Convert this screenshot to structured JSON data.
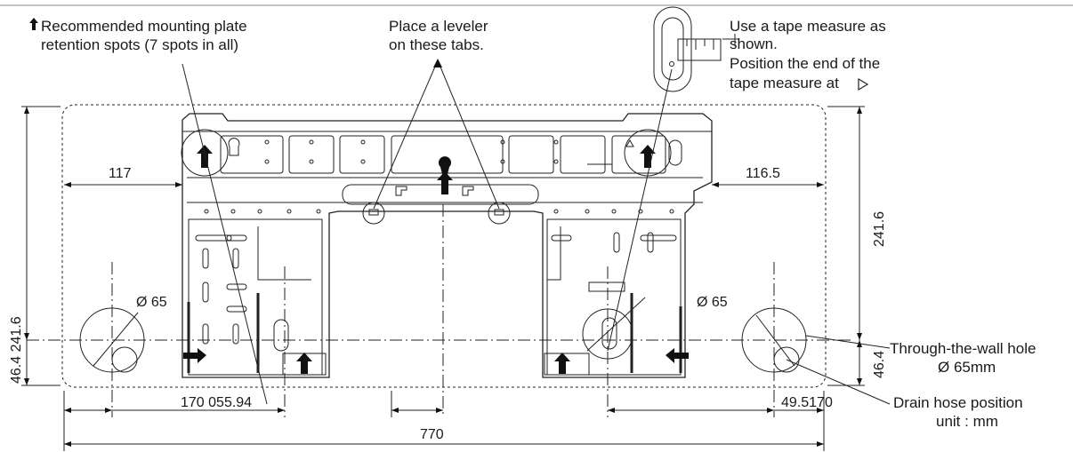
{
  "annotations": {
    "retention_line1": "Recommended mounting plate",
    "retention_line2": "retention spots (7 spots in all)",
    "leveler_line1": "Place a leveler",
    "leveler_line2": "on these tabs.",
    "tape_line1": "Use a tape measure as",
    "tape_line2": "shown.",
    "tape_line3": "Position the end of the",
    "tape_line4": "tape measure at",
    "through_hole_line1": "Through-the-wall hole",
    "through_hole_line2": "Ø 65mm",
    "drain_line1": "Drain hose position",
    "drain_line2": "unit : mm"
  },
  "dimensions": {
    "left_offset": "117",
    "right_offset": "116.5",
    "right_height": "241.6",
    "left_height": "46.4 241.6",
    "right_small_height": "46.4",
    "left_hole_diameter": "Ø 65",
    "right_hole_diameter": "Ø 65",
    "bottom_left": "170 055.94",
    "bottom_right": "49.5170",
    "overall_width": "770"
  },
  "icons": {
    "retention": "up-arrow-icon",
    "tape_marker": "triangle-right-icon"
  }
}
